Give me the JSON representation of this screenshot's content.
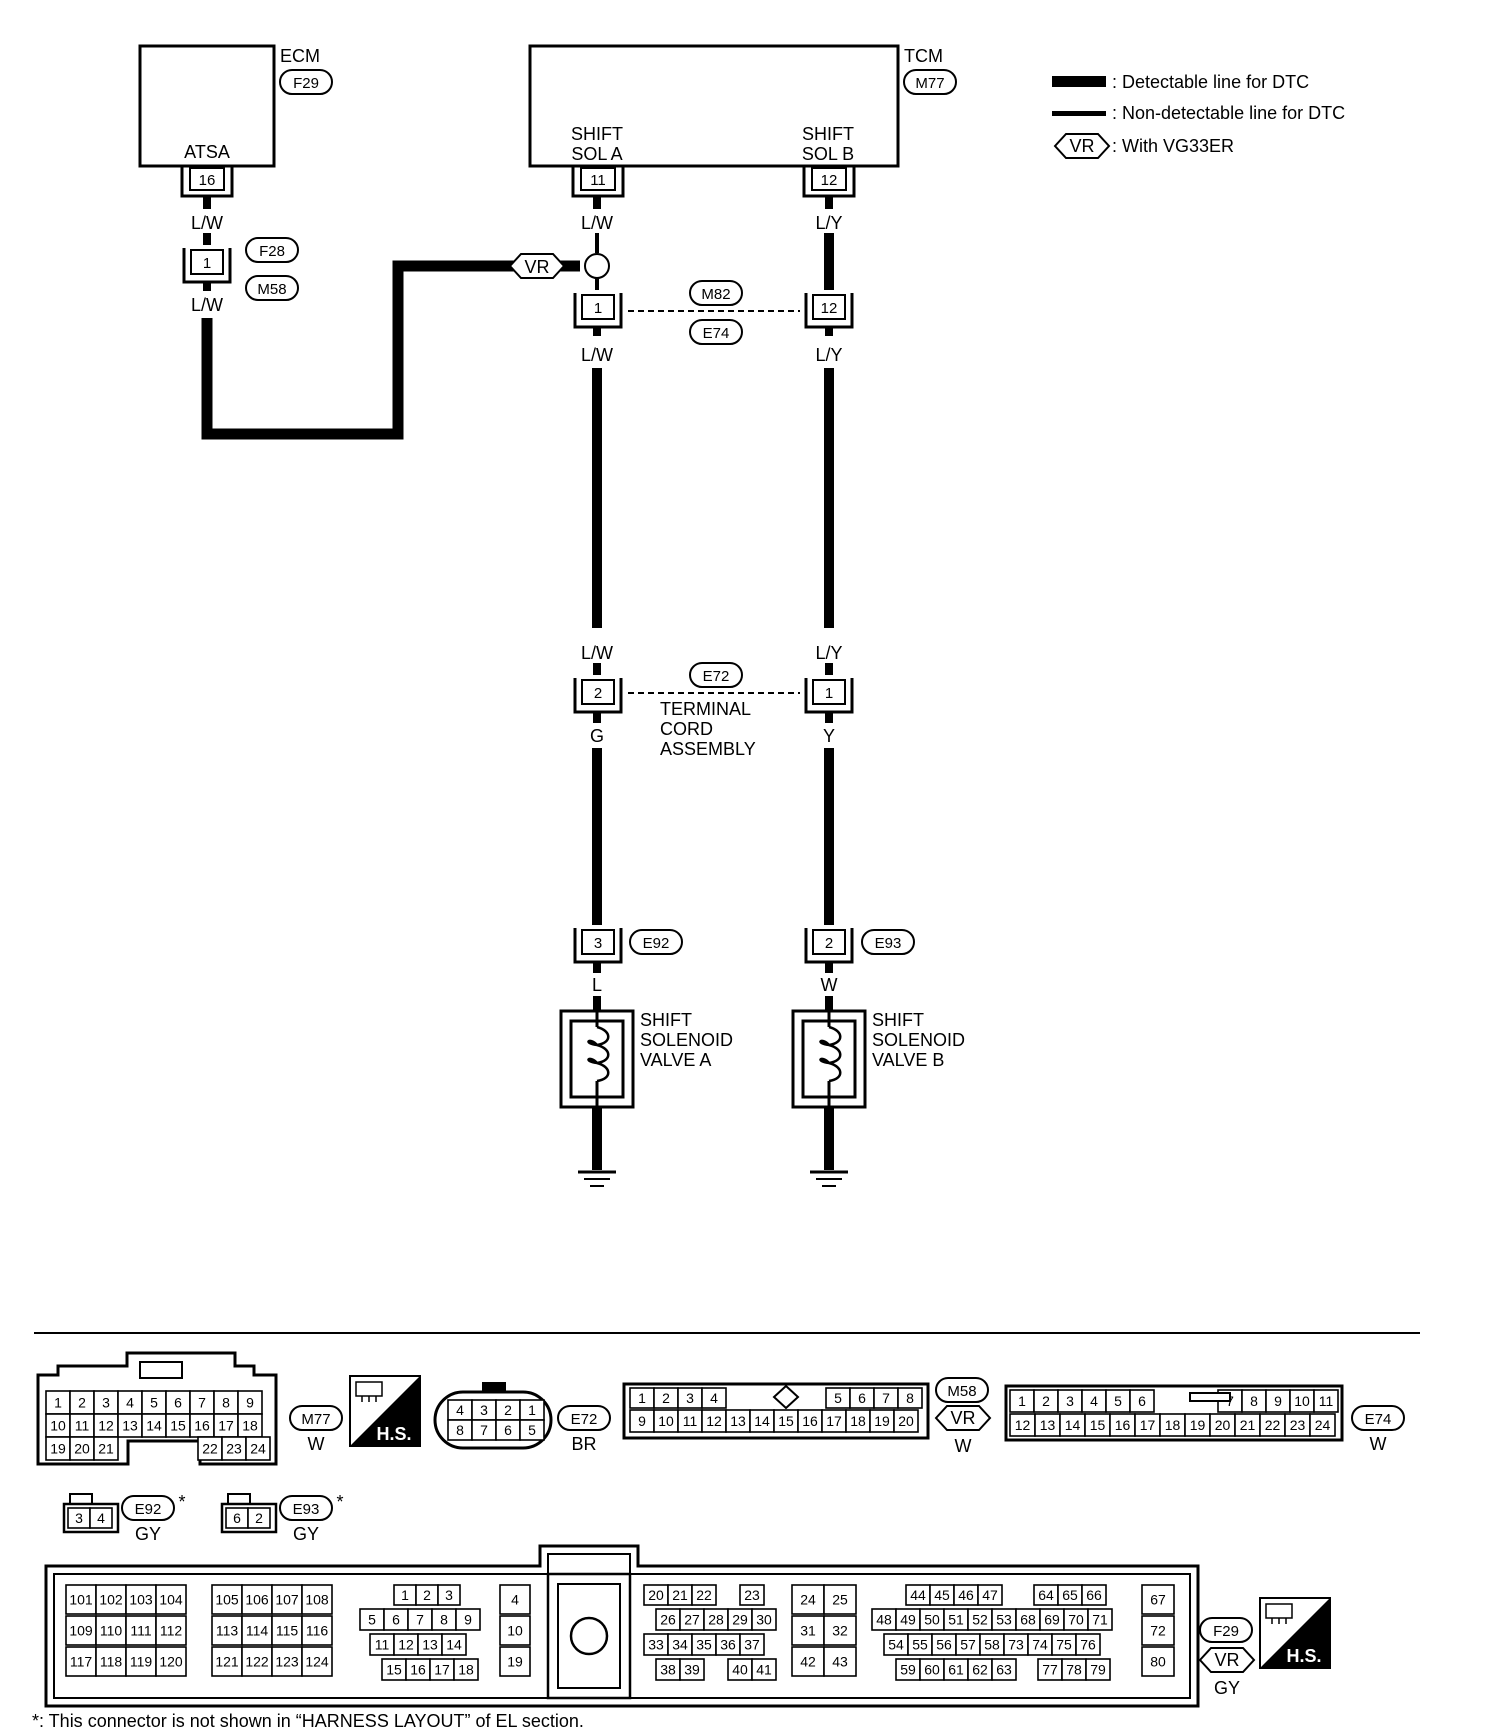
{
  "ecm": {
    "label": "ECM",
    "connector": "F29",
    "pin_name": "ATSA",
    "pin": "16"
  },
  "tcm": {
    "label": "TCM",
    "connector": "M77",
    "pin_a_name_1": "SHIFT",
    "pin_a_name_2": "SOL A",
    "pin_a": "11",
    "pin_b_name_1": "SHIFT",
    "pin_b_name_2": "SOL B",
    "pin_b": "12"
  },
  "legend": {
    "detectable": ": Detectable line for DTC",
    "non_detectable": ": Non-detectable line for DTC",
    "vr_symbol": "VR",
    "vr_text": ": With VG33ER"
  },
  "wires": {
    "lw": "L/W",
    "ly": "L/Y",
    "g": "G",
    "y": "Y",
    "l": "L",
    "w": "W"
  },
  "connectors": {
    "f28": "F28",
    "m58": "M58",
    "f28_pin": "1",
    "vr": "VR",
    "m82": "M82",
    "e74": "E74",
    "m82_pin_a": "1",
    "m82_pin_b": "12",
    "e72": "E72",
    "e72_pin_a": "2",
    "e72_pin_b": "1",
    "terminal_cord_1": "TERMINAL",
    "terminal_cord_2": "CORD",
    "terminal_cord_3": "ASSEMBLY",
    "e92": "E92",
    "e92_pin": "3",
    "e93": "E93",
    "e93_pin": "2"
  },
  "valves": {
    "a": [
      "SHIFT",
      "SOLENOID",
      "VALVE A"
    ],
    "b": [
      "SHIFT",
      "SOLENOID",
      "VALVE B"
    ]
  },
  "faces": {
    "m77": {
      "id": "M77",
      "color": "W",
      "rows": [
        [
          "1",
          "2",
          "3",
          "4",
          "5",
          "6",
          "7",
          "8",
          "9"
        ],
        [
          "10",
          "11",
          "12",
          "13",
          "14",
          "15",
          "16",
          "17",
          "18"
        ],
        [
          "19",
          "20",
          "21",
          "22",
          "23",
          "24"
        ]
      ]
    },
    "hs": "H.S.",
    "e72": {
      "id": "E72",
      "color": "BR",
      "top": [
        "4",
        "3",
        "2",
        "1"
      ],
      "bottom": [
        "8",
        "7",
        "6",
        "5"
      ]
    },
    "m58": {
      "id": "M58",
      "vr": "VR",
      "color": "W",
      "top": [
        "1",
        "2",
        "3",
        "4",
        "5",
        "6",
        "7",
        "8"
      ],
      "bottom": [
        "9",
        "10",
        "11",
        "12",
        "13",
        "14",
        "15",
        "16",
        "17",
        "18",
        "19",
        "20"
      ]
    },
    "e74": {
      "id": "E74",
      "color": "W",
      "top": [
        "1",
        "2",
        "3",
        "4",
        "5",
        "6",
        "7",
        "8",
        "9",
        "10",
        "11"
      ],
      "bottom": [
        "12",
        "13",
        "14",
        "15",
        "16",
        "17",
        "18",
        "19",
        "20",
        "21",
        "22",
        "23",
        "24"
      ]
    },
    "e92": {
      "id": "E92",
      "star": "*",
      "color": "GY",
      "pins": [
        "3",
        "4"
      ]
    },
    "e93": {
      "id": "E93",
      "star": "*",
      "color": "GY",
      "pins": [
        "6",
        "2"
      ]
    },
    "f29": {
      "id": "F29",
      "vr": "VR",
      "color": "GY",
      "g1": [
        [
          "101",
          "102",
          "103",
          "104"
        ],
        [
          "109",
          "110",
          "111",
          "112"
        ],
        [
          "117",
          "118",
          "119",
          "120"
        ]
      ],
      "g2": [
        [
          "105",
          "106",
          "107",
          "108"
        ],
        [
          "113",
          "114",
          "115",
          "116"
        ],
        [
          "121",
          "122",
          "123",
          "124"
        ]
      ],
      "g3": [
        [
          "1",
          "2",
          "3"
        ],
        [
          "5",
          "6",
          "7",
          "8",
          "9"
        ],
        [
          "11",
          "12",
          "13",
          "14"
        ],
        [
          "15",
          "16",
          "17",
          "18"
        ]
      ],
      "g4": [
        "4",
        "10",
        "19"
      ],
      "g5": [
        [
          "20",
          "21",
          "22",
          "23"
        ],
        [
          "26",
          "27",
          "28",
          "29",
          "30"
        ],
        [
          "33",
          "34",
          "35",
          "36",
          "37"
        ],
        [
          "38",
          "39",
          "40",
          "41"
        ]
      ],
      "g6": [
        [
          "24",
          "25"
        ],
        [
          "31",
          "32"
        ],
        [
          "42",
          "43"
        ]
      ],
      "g7": [
        [
          "44",
          "45",
          "46",
          "47",
          "64",
          "65",
          "66"
        ],
        [
          "48",
          "49",
          "50",
          "51",
          "52",
          "53",
          "68",
          "69",
          "70",
          "71"
        ],
        [
          "54",
          "55",
          "56",
          "57",
          "58",
          "73",
          "74",
          "75",
          "76"
        ],
        [
          "59",
          "60",
          "61",
          "62",
          "63",
          "77",
          "78",
          "79"
        ]
      ],
      "g8": [
        "67",
        "72",
        "80"
      ]
    }
  },
  "footnote": "*: This connector is not shown in “HARNESS LAYOUT” of EL section."
}
